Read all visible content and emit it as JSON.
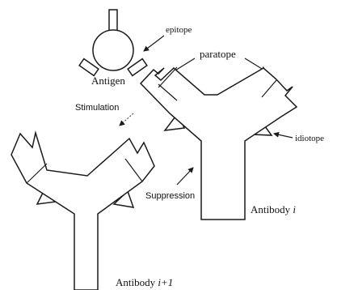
{
  "labels": {
    "epitope": "epitope",
    "paratope": "paratope",
    "antigen": "Antigen",
    "stimulation": "Stimulation",
    "idiotope": "idiotope",
    "suppression": "Suppression",
    "antibody_i_prefix": "Antibody ",
    "antibody_i_index": "i",
    "antibody_i1_prefix": "Antibody ",
    "antibody_i1_index": "i+1"
  }
}
